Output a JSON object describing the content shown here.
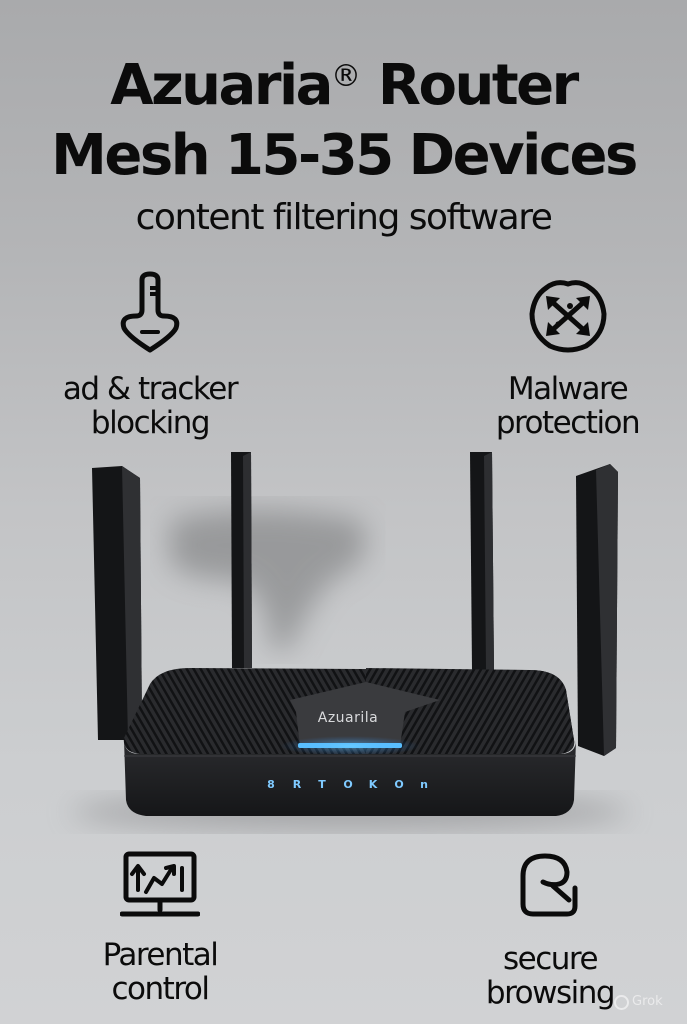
{
  "header": {
    "brand": "Azuaria",
    "registered_mark": "®",
    "title_line1_rest": " Router",
    "title_line2": "Mesh 15-35 Devices",
    "subtitle": "content filtering software"
  },
  "features": [
    {
      "icon": "hand-pointer-icon",
      "line1": "ad & tracker",
      "line2": "blocking"
    },
    {
      "icon": "shield-crossed-arrows-icon",
      "line1": "Malware",
      "line2": "protection"
    },
    {
      "icon": "monitor-chart-icon",
      "line1": "Parental",
      "line2": "control"
    },
    {
      "icon": "search-shield-icon",
      "line1": "secure",
      "line2": "browsing"
    }
  ],
  "product": {
    "logo_text": "Azuarila",
    "led_labels": [
      "8",
      "R",
      "T",
      "O",
      "K",
      "O",
      "n"
    ],
    "antenna_count": 4,
    "colors": {
      "body": "#1c1d1f",
      "led": "#4aa8ff",
      "light_bar": "#5ec4ff"
    }
  },
  "watermark": {
    "text": "Grok"
  }
}
